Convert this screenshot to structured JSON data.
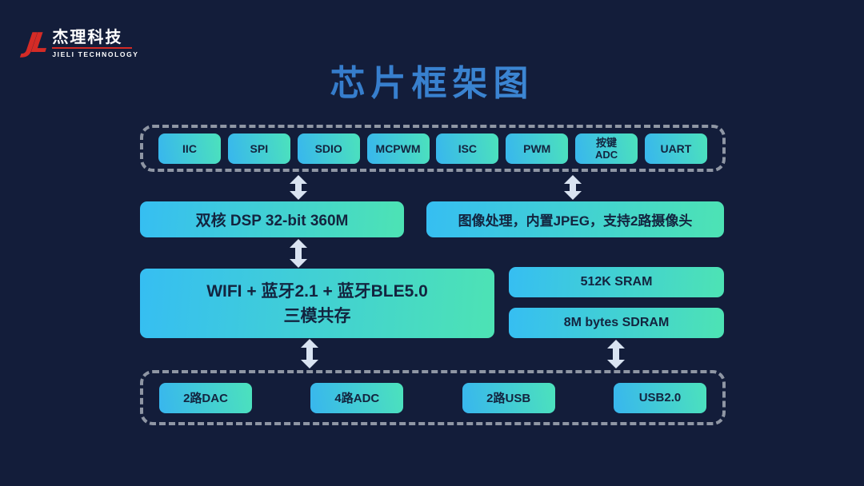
{
  "page": {
    "title": "芯片框架图",
    "background_color": "#131d3a",
    "title_color": "#3380d4"
  },
  "logo": {
    "monogram": "JL",
    "name_cn": "杰理科技",
    "name_en": "JIELI TECHNOLOGY",
    "accent_color": "#d42b26"
  },
  "colors": {
    "block_gradient_start": "#38b6ee",
    "block_gradient_end": "#4ce2bc",
    "block_text": "#13243f",
    "dashed_border": "#8f96a4",
    "arrow": "#d9e3f1"
  },
  "peripheral_bus": {
    "items": [
      {
        "label": "IIC"
      },
      {
        "label": "SPI"
      },
      {
        "label": "SDIO"
      },
      {
        "label": "MCPWM"
      },
      {
        "label": "ISC"
      },
      {
        "label": "PWM"
      },
      {
        "label": "按键\nADC"
      },
      {
        "label": "UART"
      }
    ]
  },
  "processing": {
    "dsp": "双核 DSP 32-bit 360M",
    "image": "图像处理，内置JPEG，支持2路摄像头"
  },
  "connectivity": {
    "line1": "WIFI + 蓝牙2.1 + 蓝牙BLE5.0",
    "line2": "三模共存"
  },
  "memory": {
    "sram": "512K SRAM",
    "sdram": "8M bytes SDRAM"
  },
  "io_bus": {
    "items": [
      {
        "label": "2路DAC"
      },
      {
        "label": "4路ADC"
      },
      {
        "label": "2路USB"
      },
      {
        "label": "USB2.0"
      }
    ]
  }
}
